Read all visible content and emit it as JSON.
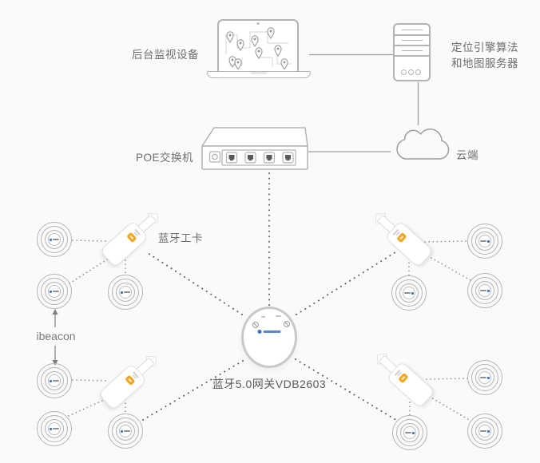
{
  "canvas": {
    "background": "#fafafa"
  },
  "labels": {
    "backend_monitor": "后台监视设备",
    "server_line1": "定位引擎算法",
    "server_line2": "和地图服务器",
    "poe_switch": "POE交换机",
    "cloud": "云端",
    "badge": "蓝牙工卡",
    "ibeacon": "ibeacon",
    "gateway": "蓝牙5.0网关VDB2603"
  },
  "colors": {
    "background": "#fafafa",
    "device_outline": "#b3b3b3",
    "solid_line": "#9e9e9e",
    "dotted_line": "#616161",
    "text": "#6e6e6e",
    "brand_blue": "#3a72c4",
    "badge_button_orange": "#f2a71e"
  },
  "structure": {
    "ibeacon_count": 12,
    "badge_count": 4,
    "gateway_count": 1,
    "poe_switch_port_count": 4,
    "laptop_count": 1,
    "server_count": 1,
    "cloud_count": 1
  }
}
